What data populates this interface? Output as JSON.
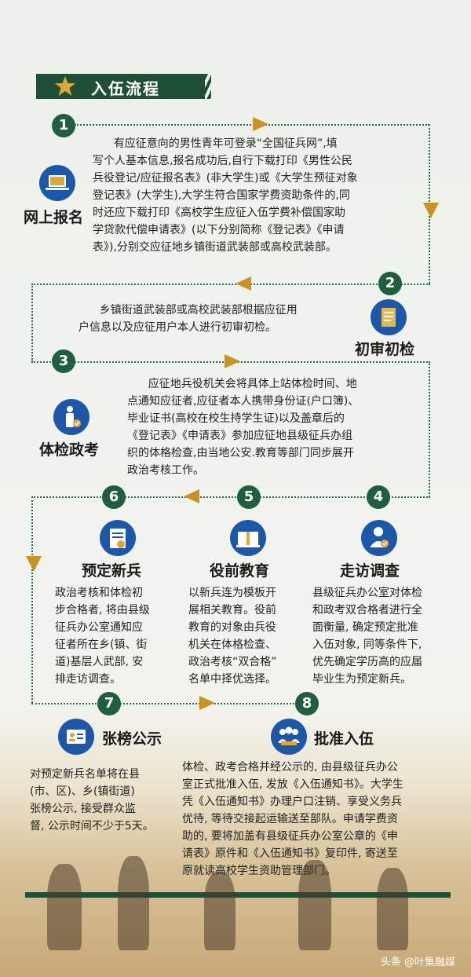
{
  "header": {
    "title": "入伍流程"
  },
  "steps": [
    {
      "num": "1",
      "label": "网上报名",
      "text": "      有应征意向的男性青年可登录“全国征兵网”,填\n写个人基本信息,报名成功后,自行下载打印《男性公民\n兵役登记/应征报名表》(非大学生)或《大学生预征对象\n登记表》(大学生),大学生符合国家学费资助条件的,同\n时还应下载打印《高校学生应征入伍学费补偿国家助\n学贷款代偿申请表》(以下分别简称《登记表》《申请\n表》),分别交应征地乡镇街道武装部或高校武装部。"
    },
    {
      "num": "2",
      "label": "初审初检",
      "text": "      乡镇街道武装部或高校武装部根据应征用\n户信息以及应征用户本人进行初审初检。"
    },
    {
      "num": "3",
      "label": "体检政考",
      "text": "      应征地兵役机关会将具体上站体检时间、地\n点通知应征者,应征者本人携带身份证(户口簿)、\n毕业证书(高校在校生持学生证)以及盖章后的\n《登记表》《申请表》参加应征地县级征兵办组\n织的体格检查,由当地公安.教育等部门同步展开\n政治考核工作。"
    },
    {
      "num": "4",
      "label": "走访调查",
      "text": "县级征兵办公室对体检\n和政考双合格者进行全\n面衡量, 确定预定批准\n入伍对象, 同等条件下,\n优先确定学历高的应届\n毕业生为预定新兵。"
    },
    {
      "num": "5",
      "label": "役前教育",
      "text": "以新兵连为模板开\n展相关教育。役前\n教育的对象由兵役\n机关在体格检查、\n政治考核“双合格”\n名单中择优选择。"
    },
    {
      "num": "6",
      "label": "预定新兵",
      "text": "政治考核和体检初\n步合格者, 将由县级\n征兵办公室通知应\n征者所在乡(镇、街\n道)基层人武部, 安\n排走访调查。"
    },
    {
      "num": "7",
      "label": "张榜公示",
      "text": "对预定新兵名单将在县\n(市、区)、乡(镇街道)\n张榜公示, 接受群众监\n督, 公示时间不少于5天。"
    },
    {
      "num": "8",
      "label": "批准入伍",
      "text": "体检、政考合格并经公示的, 由县级征兵办公\n室正式批准入伍, 发放《入伍通知书》。大学生\n凭《入伍通知书》办理户口注销、享受义务兵\n优待, 等待交接起运输送至部队。申请学费资\n助的, 要将加盖有县级征兵办公室公章的《申\n请表》原件和《入伍通知书》复印件, 寄送至\n原就读高校学生资助管理部门。"
    }
  ],
  "icons": [
    "laptop-icon",
    "document-icon",
    "medical-person-icon",
    "interview-person-icon",
    "book-icon",
    "certificate-icon",
    "id-card-icon",
    "group-icon"
  ],
  "footer": {
    "watermark": "头条 @叶集融媒"
  },
  "colors": {
    "green": "#1f5e3f",
    "gold": "#c99324",
    "blue": "#1d57a8"
  }
}
